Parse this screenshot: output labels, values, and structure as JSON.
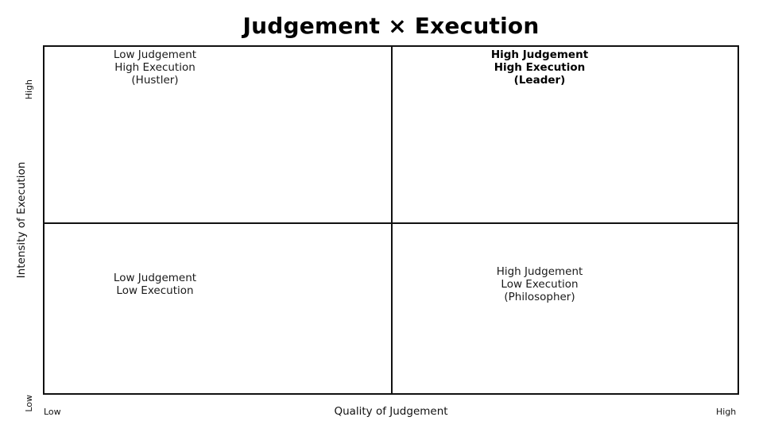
{
  "chart_data": {
    "type": "table",
    "title": "Judgement × Execution",
    "xlabel": "Quality of Judgement",
    "ylabel": "Intensity of Execution",
    "xticklabels": [
      "Low",
      "High"
    ],
    "yticklabels": [
      "Low",
      "High"
    ],
    "xlim": [
      "Low",
      "High"
    ],
    "ylim": [
      "Low",
      "High"
    ],
    "grid": false,
    "legend": null,
    "quadrants": [
      {
        "id": "top-left",
        "x": "Low",
        "y": "High",
        "lines": [
          "Low Judgement",
          "High Execution",
          "(Hustler)"
        ],
        "archetype": "Hustler",
        "emphasis": false
      },
      {
        "id": "top-right",
        "x": "High",
        "y": "High",
        "lines": [
          "High Judgement",
          "High Execution",
          "(Leader)"
        ],
        "archetype": "Leader",
        "emphasis": true
      },
      {
        "id": "bottom-left",
        "x": "Low",
        "y": "Low",
        "lines": [
          "Low Judgement",
          "Low Execution"
        ],
        "archetype": null,
        "emphasis": false
      },
      {
        "id": "bottom-right",
        "x": "High",
        "y": "Low",
        "lines": [
          "High Judgement",
          "Low Execution",
          "(Philosopher)"
        ],
        "archetype": "Philosopher",
        "emphasis": false
      }
    ],
    "colors": {
      "background": "#ffffff",
      "frame": "#111111",
      "divider": "#111111",
      "text": "#111111",
      "emphasis_text": "#000000"
    }
  }
}
